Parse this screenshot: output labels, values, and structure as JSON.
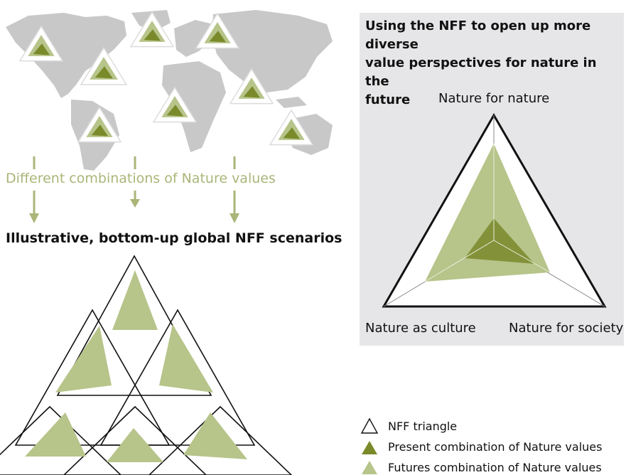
{
  "colors": {
    "map": "#c8c8c8",
    "present": "#7a8a2a",
    "future": "#b7c48a",
    "panel": "#e6e6e8",
    "accent": "#a9b678"
  },
  "left": {
    "subtitle": "Different combinations of Nature values",
    "heading": "Illustrative, bottom-up global NFF scenarios"
  },
  "panel": {
    "title_lines": [
      "Using the NFF to open up more diverse",
      "value perspectives for nature in the",
      "future"
    ],
    "vertex_top": "Nature for nature",
    "vertex_left": "Nature as culture",
    "vertex_right": "Nature for society"
  },
  "legend": {
    "items": [
      {
        "label": "NFF triangle",
        "icon": "outline-triangle-icon"
      },
      {
        "label": "Present combination of Nature values",
        "icon": "dark-green-triangle-icon"
      },
      {
        "label": "Futures combination of Nature values",
        "icon": "light-green-triangle-icon"
      }
    ]
  }
}
